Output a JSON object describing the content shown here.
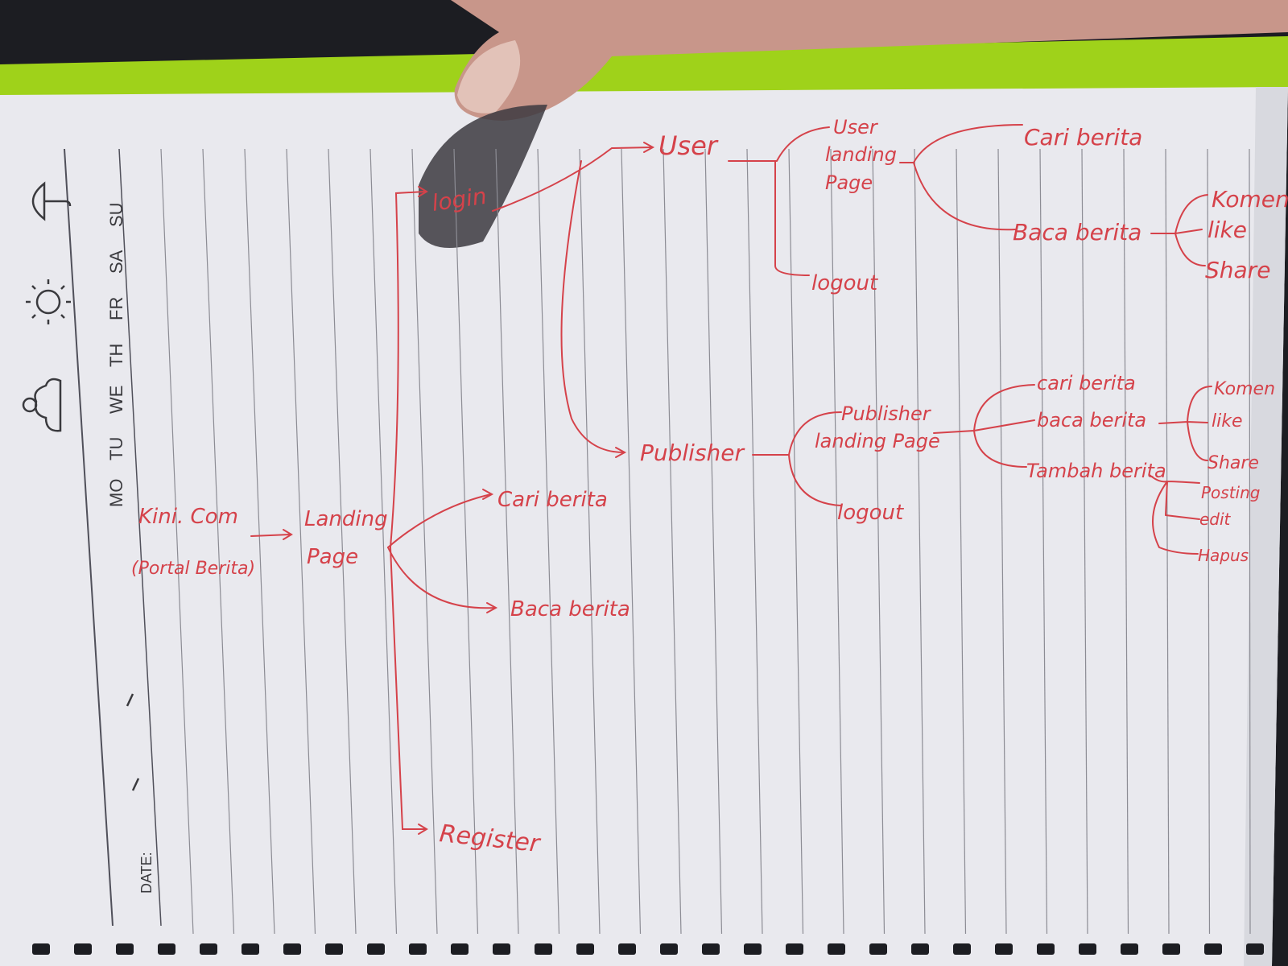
{
  "colors": {
    "ink": "#d5424a",
    "paper": "#e9e9ee",
    "binder_green": "#9fd21a",
    "background": "#1c1d22"
  },
  "calendar_header": {
    "days": [
      "MO",
      "TU",
      "WE",
      "TH",
      "FR",
      "SA",
      "SU"
    ],
    "date_label": "DATE:",
    "icons": [
      "cloud-sun-icon",
      "sun-icon",
      "umbrella-icon"
    ]
  },
  "diagram": {
    "root": {
      "line1": "Kini. Com",
      "line2": "(Portal Berita)"
    },
    "landing_page": {
      "line1": "Landing",
      "line2": "Page"
    },
    "login": "login",
    "register": "Register",
    "guest_cari": "Cari berita",
    "guest_baca": "Baca berita",
    "user": "User",
    "user_landing": {
      "line1": "User",
      "line2": "landing",
      "line3": "Page"
    },
    "user_logout": "logout",
    "user_cari": "Cari berita",
    "user_baca": "Baca berita",
    "user_actions": [
      "Komen",
      "like",
      "Share"
    ],
    "publisher": "Publisher",
    "publisher_landing": {
      "line1": "Publisher",
      "line2": "landing Page"
    },
    "publisher_logout": "logout",
    "pub_cari": "cari berita",
    "pub_baca": "baca berita",
    "pub_tambah": "Tambah berita",
    "pub_actions": [
      "Komen",
      "like",
      "Share"
    ],
    "tambah_actions": [
      "Posting",
      "edit",
      "Hapus"
    ]
  }
}
